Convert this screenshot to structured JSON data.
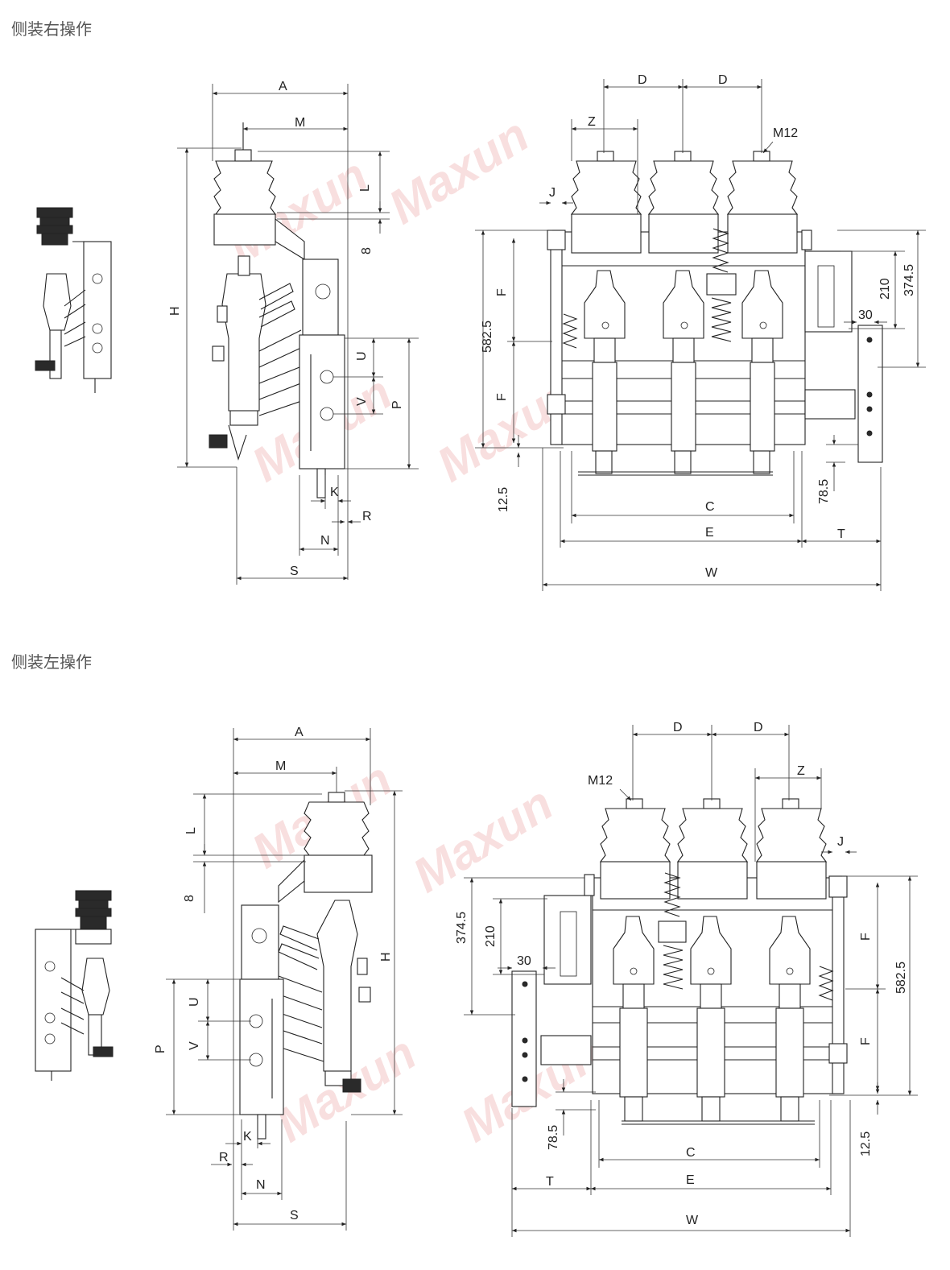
{
  "sections": [
    {
      "title": "侧装右操作"
    },
    {
      "title": "侧装左操作"
    }
  ],
  "watermark": "Maxun",
  "dimensions": {
    "A": "A",
    "M": "M",
    "L": "L",
    "H": "H",
    "eight": "8",
    "U": "U",
    "V": "V",
    "P": "P",
    "K": "K",
    "R": "R",
    "N": "N",
    "S": "S",
    "D": "D",
    "Z": "Z",
    "J": "J",
    "M12": "M12",
    "F": "F",
    "C": "C",
    "E": "E",
    "T": "T",
    "W": "W",
    "d582": "582.5",
    "d374": "374.5",
    "d210": "210",
    "d30": "30",
    "d78": "78.5",
    "d12": "12.5"
  },
  "colors": {
    "line": "#222222",
    "watermark": "#f3c6c6",
    "title": "#555555"
  }
}
